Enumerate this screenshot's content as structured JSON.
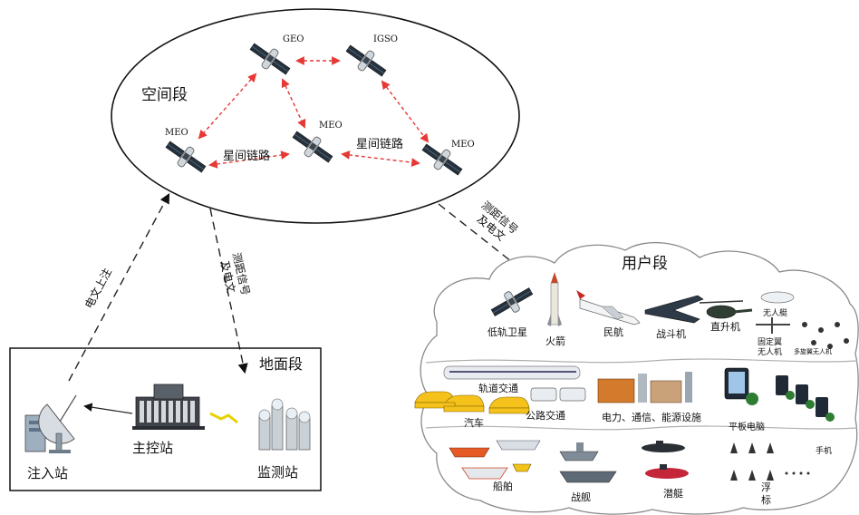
{
  "space_segment": {
    "title": "空间段",
    "satellites": {
      "geo": "GEO",
      "igso": "IGSO",
      "meo_left": "MEO",
      "meo_center": "MEO",
      "meo_right": "MEO"
    },
    "inter_satellite_link_left": "星间链路",
    "inter_satellite_link_right": "星间链路"
  },
  "links": {
    "uplink_message": "电文上注",
    "downlink_signal_line1": "测距信号",
    "downlink_signal_line2": "及电文",
    "user_signal_line1": "测距信号",
    "user_signal_line2": "及电文"
  },
  "ground_segment": {
    "title": "地面段",
    "injection_station": "注入站",
    "master_control_station": "主控站",
    "monitoring_station": "监测站"
  },
  "user_segment": {
    "title": "用户段",
    "row1": {
      "leo_satellite": "低轨卫星",
      "rocket": "火箭",
      "civil_aviation": "民航",
      "fighter": "战斗机",
      "helicopter": "直升机",
      "drone_airship": "无人艇",
      "fixed_wing_line1": "固定翼",
      "fixed_wing_line2": "无人机",
      "multi_rotor": "多旋翼无人机"
    },
    "row2": {
      "rail_transit": "轨道交通",
      "car": "汽车",
      "road_transit": "公路交通",
      "energy": "电力、通信、能源设施",
      "tablet": "平板电脑",
      "phone": "手机"
    },
    "row3": {
      "ship": "船舶",
      "warship": "战舰",
      "submarine": "潜艇",
      "buoy_line1": "浮",
      "buoy_line2": "标"
    }
  },
  "colors": {
    "inter_sat_link": "#e53935",
    "ground_link": "#222222",
    "ellipse": "#111111"
  }
}
